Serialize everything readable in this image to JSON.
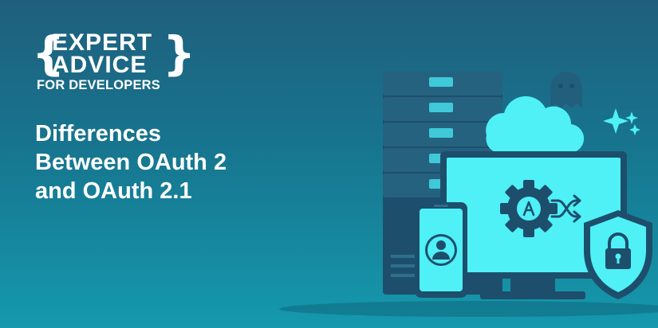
{
  "brand": {
    "line1": "EXPERT",
    "line2": "ADVICE",
    "subtitle": "FOR DEVELOPERS",
    "brace_left": "{",
    "brace_right": "}"
  },
  "headline": {
    "lines": [
      "Differences",
      "Between OAuth 2",
      "and OAuth 2.1"
    ]
  },
  "illustration": {
    "icons": [
      "server-rack-icon",
      "cloud-icon",
      "ghost-icon",
      "sparkle-icon",
      "monitor-icon",
      "gear-icon",
      "shuffle-arrows-icon",
      "smartphone-icon",
      "user-icon",
      "shield-icon",
      "padlock-icon"
    ]
  },
  "colors": {
    "background_top": "#1f5f7d",
    "background_bottom": "#1599ad",
    "accent_cyan": "#4ff0f6",
    "dark_navy": "#1d4f6c",
    "text": "#ffffff"
  }
}
